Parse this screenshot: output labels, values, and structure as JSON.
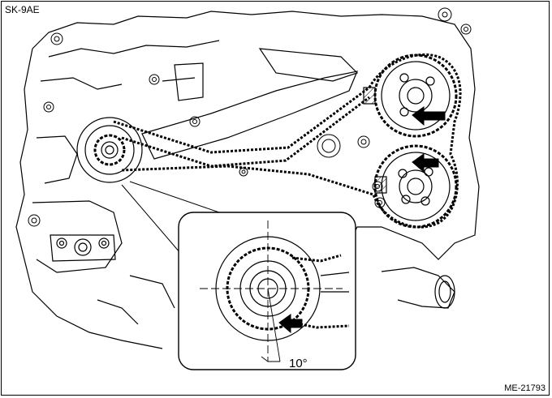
{
  "labels": {
    "figure_code": "SK-9AE",
    "figure_number": "ME-21793",
    "angle": "10°"
  },
  "colors": {
    "line": "#000000",
    "fill": "#ffffff"
  },
  "icons": [
    "arrow-left-marker"
  ]
}
